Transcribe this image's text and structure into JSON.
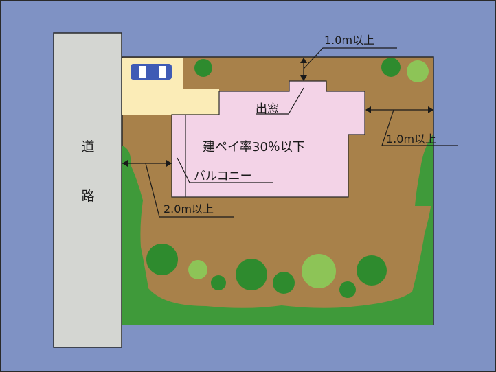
{
  "road": {
    "chars": [
      "道",
      "路"
    ]
  },
  "labels": {
    "bay_window": "出窓",
    "coverage": "建ペイ率30％以下",
    "balcony": "バルコニー",
    "setback_top": "1.0m以上",
    "setback_right": "1.0m以上",
    "setback_left": "2.0m以上"
  },
  "colors": {
    "background": "#7f92c4",
    "road": "#d4d6d2",
    "lot": "#a8814a",
    "garden": "#3f9a3a",
    "tree_dark": "#2e8b2e",
    "tree_light": "#8dc457",
    "house": "#f3d3e7",
    "parking": "#fbecb7",
    "car": "#3f5bb5"
  }
}
